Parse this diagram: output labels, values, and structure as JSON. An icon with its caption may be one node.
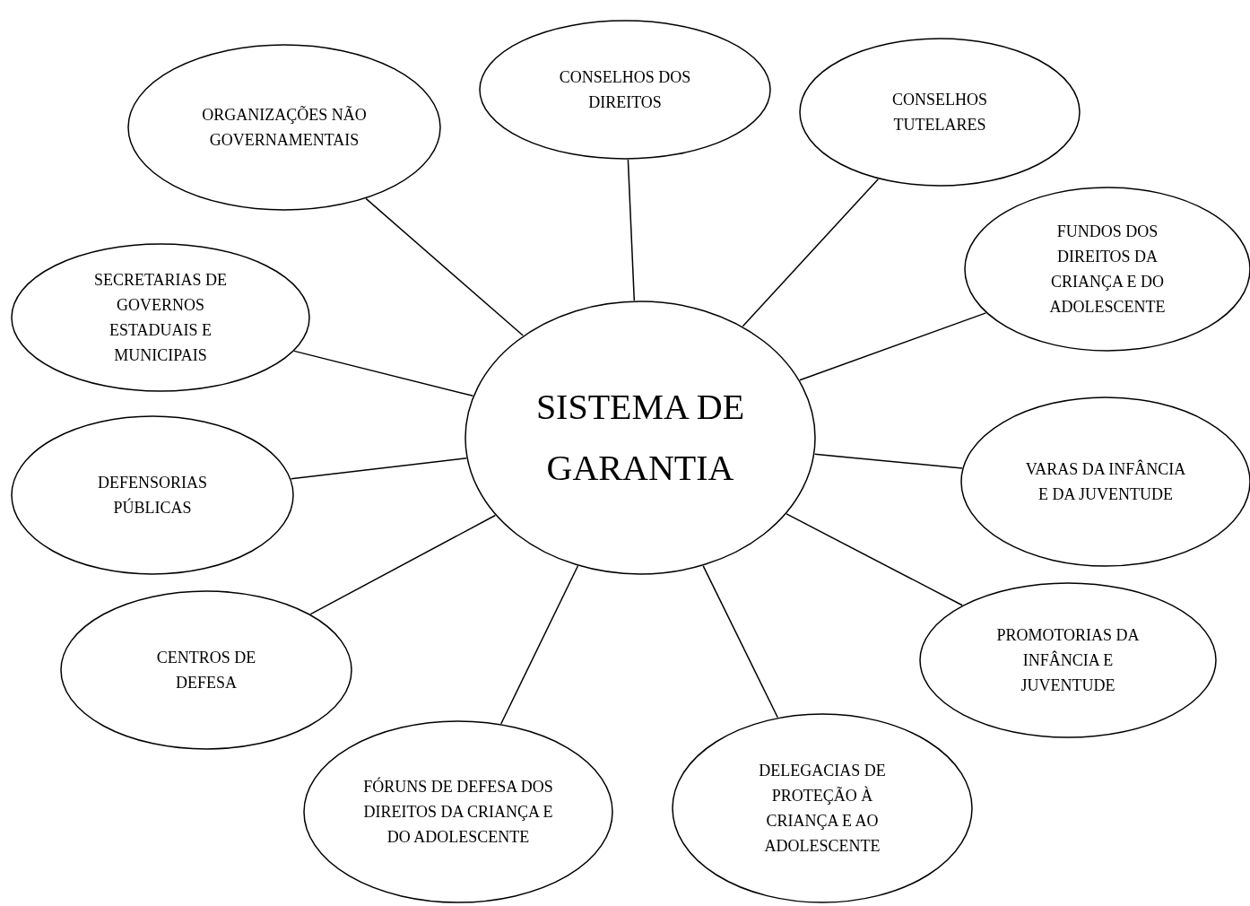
{
  "diagram": {
    "nodes": [
      {
        "text": [
          "SISTEMA DE GARANTIA"
        ]
      },
      {
        "text": [
          "CONSELHOS DOS DIREITOS"
        ]
      },
      {
        "text": [
          "ORGANIZAÇÕES NÃO GOVERNAMENTAIS"
        ]
      },
      {
        "text": [
          "CONSELHOS TUTELARES"
        ]
      },
      {
        "text": [
          "FUNDOS DOS DIREITOS DA CRIANÇA E DO ADOLESCENTE"
        ]
      },
      {
        "text": [
          "SECRETARIAS DE GOVERNOS ESTADUAIS E MUNICIPAIS"
        ]
      },
      {
        "text": [
          "DEFENSORIAS PÚBLICAS"
        ]
      },
      {
        "text": [
          "VARAS DA INFÂNCIA E DA JUVENTUDE"
        ]
      },
      {
        "text": [
          "CENTROS DE DEFESA"
        ]
      },
      {
        "text": [
          "PROMOTORIAS DA INFÂNCIA E JUVENTUDE"
        ]
      },
      {
        "text": [
          "FÓRUNS DE DEFESA DOS DIREITOS DA CRIANÇA E DO ADOLESCENTE"
        ]
      },
      {
        "text": [
          "DELEGACIAS DE PROTEÇÃO À CRIANÇA E AO ADOLESCENTE"
        ]
      }
    ],
    "edges": [
      {
        "from": 0,
        "to": 1,
        "arrow": "none"
      },
      {
        "from": 0,
        "to": 2,
        "arrow": "none"
      },
      {
        "from": 0,
        "to": 3,
        "arrow": "none"
      },
      {
        "from": 0,
        "to": 4,
        "arrow": "none"
      },
      {
        "from": 0,
        "to": 5,
        "arrow": "none"
      },
      {
        "from": 0,
        "to": 6,
        "arrow": "none"
      },
      {
        "from": 0,
        "to": 7,
        "arrow": "none"
      },
      {
        "from": 0,
        "to": 8,
        "arrow": "none"
      },
      {
        "from": 0,
        "to": 9,
        "arrow": "none"
      },
      {
        "from": 0,
        "to": 10,
        "arrow": "none"
      },
      {
        "from": 0,
        "to": 11,
        "arrow": "none"
      }
    ]
  }
}
